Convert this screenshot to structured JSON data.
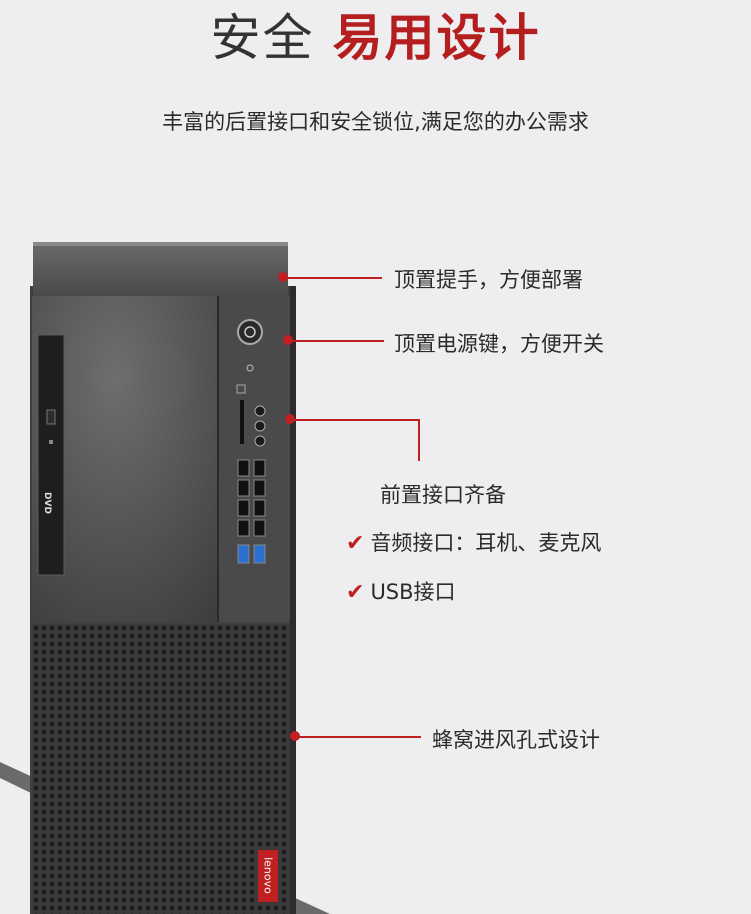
{
  "header": {
    "title_plain": "安全",
    "title_accent": "易用设计",
    "subtitle": "丰富的后置接口和安全锁位,满足您的办公需求"
  },
  "product": {
    "drive_label": "DVD",
    "brand_label": "lenovo",
    "brand_color": "#c0201f"
  },
  "callouts": {
    "handle": "顶置提手，方便部署",
    "power": "顶置电源键，方便开关",
    "ports_heading": "前置接口齐备",
    "ports_audio": "音频接口：耳机、麦克风",
    "ports_usb": "USB接口",
    "vent": "蜂窝进风孔式设计",
    "check_icon": "✔"
  },
  "colors": {
    "accent": "#b41e1e",
    "leader": "#c0201f",
    "background": "#eeeef0"
  }
}
